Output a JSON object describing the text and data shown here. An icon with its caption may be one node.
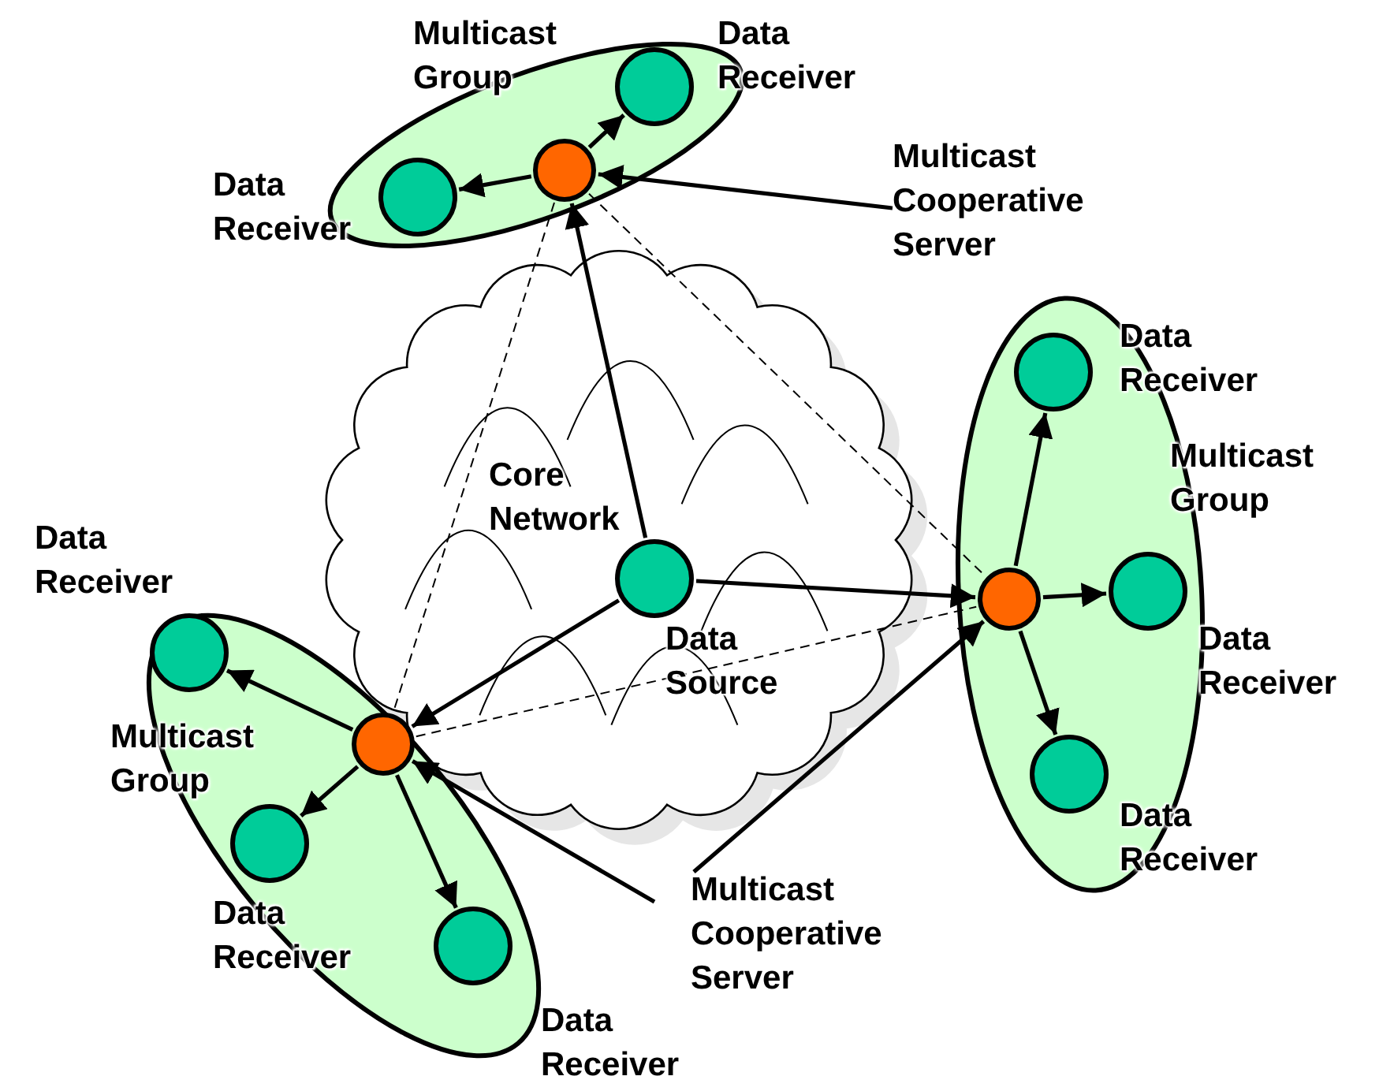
{
  "diagram": {
    "nodes": [
      {
        "text": [
          "Core Network"
        ]
      },
      {
        "text": [
          "Multicast Group"
        ]
      },
      {
        "text": [],
        "shape": "circle",
        "in": 1
      },
      {
        "text": [
          "Data Receiver"
        ],
        "in": 1
      },
      {
        "text": [
          "Data Receiver"
        ],
        "in": 1
      },
      {
        "text": [
          "Multicast Group"
        ]
      },
      {
        "text": [],
        "shape": "circle",
        "in": 5
      },
      {
        "text": [
          "Data Receiver"
        ],
        "in": 5
      },
      {
        "text": [
          "Data Receiver"
        ],
        "in": 5
      },
      {
        "text": [
          "Data Receiver"
        ],
        "in": 5
      },
      {
        "text": [
          "Multicast Group"
        ]
      },
      {
        "text": [],
        "shape": "circle",
        "in": 10
      },
      {
        "text": [
          "Data Receiver"
        ],
        "in": 10
      },
      {
        "text": [
          "Data Receiver"
        ],
        "in": 10
      },
      {
        "text": [
          "Data Receiver"
        ],
        "in": 10
      },
      {
        "text": [
          "Data Source"
        ],
        "in": 0
      },
      {
        "text": [
          "Multicast Cooperative Server"
        ]
      },
      {
        "text": [
          "Multicast Cooperative Server"
        ]
      }
    ],
    "edges": [
      {
        "from": 15,
        "to": 2,
        "arrow": "to"
      },
      {
        "from": 15,
        "to": 6,
        "arrow": "to"
      },
      {
        "from": 15,
        "to": 11,
        "arrow": "to"
      },
      {
        "from": 2,
        "to": 3,
        "arrow": "to"
      },
      {
        "from": 2,
        "to": 4,
        "arrow": "to"
      },
      {
        "from": 6,
        "to": 7,
        "arrow": "to"
      },
      {
        "from": 6,
        "to": 8,
        "arrow": "to"
      },
      {
        "from": 6,
        "to": 9,
        "arrow": "to"
      },
      {
        "from": 11,
        "to": 12,
        "arrow": "to"
      },
      {
        "from": 11,
        "to": 13,
        "arrow": "to"
      },
      {
        "from": 11,
        "to": 14,
        "arrow": "to"
      },
      {
        "from": 2,
        "to": 6,
        "arrow": "none",
        "style": "dashed"
      },
      {
        "from": 2,
        "to": 11,
        "arrow": "none",
        "style": "dashed"
      },
      {
        "from": 11,
        "to": 6,
        "arrow": "none",
        "style": "dashed"
      },
      {
        "from": 16,
        "to": 2,
        "arrow": "to"
      },
      {
        "from": 17,
        "to": 11,
        "arrow": "to"
      },
      {
        "from": 17,
        "to": 6,
        "arrow": "to"
      }
    ]
  }
}
